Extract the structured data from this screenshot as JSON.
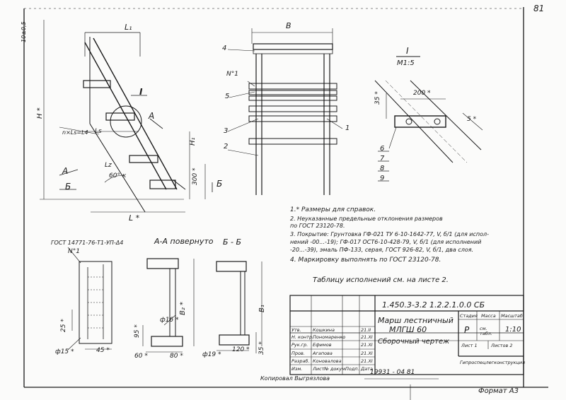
{
  "sheet": {
    "corner_number": "81",
    "format": "Формат А3",
    "copied_by": "Копировал Выгрязлова",
    "date_line": "19931 - 04   81"
  },
  "dims": {
    "top_left": "10±0,5",
    "l1": "L₁",
    "h_star": "H *",
    "nls": "n×Ls=L4",
    "ls": "Ls",
    "lz": "Lz",
    "angle": "60° к",
    "h1": "H₁",
    "d300": "300 *",
    "l_star": "L *",
    "b_width": "B",
    "b2": "B₂ *",
    "b1": "B₁",
    "d95": "95 *",
    "d16": "ф16 *",
    "d60": "60 *",
    "d80": "80 *",
    "d19": "ф19 *",
    "d120": "120 *",
    "d35b": "35 *",
    "d25": "25 *",
    "d15": "ф15 *",
    "d45": "45 *",
    "d200": "200 *",
    "d35": "35 *",
    "d5": "5 *"
  },
  "labels": {
    "section_I": "I",
    "A": "A",
    "B_cut": "Б",
    "n1": "N°1",
    "n1b": "N°1",
    "callouts": [
      "4",
      "5",
      "3",
      "2",
      "1"
    ],
    "detail_title": "I",
    "detail_scale": "М1:5",
    "detail_items": [
      "6",
      "7",
      "8",
      "9"
    ],
    "view_aa": "А-А  повернуто",
    "view_bb": "Б - Б",
    "gost_ref": "ГОСТ 14771-76-Т1-УП-Δ4"
  },
  "notes": [
    "1.* Размеры для справок.",
    "2. Неуказанные предельные отклонения размеров",
    "     по ГОСТ 23120-78.",
    "3. Покрытие: Грунтовка ГФ-021 ТУ 6-10-1642-77, V, б/1 (для испол-",
    "     нений -00...-19); ГФ-017 ОСТ6-10-428-79, V, б/1 (для исполнений",
    "     -20...-39), эмаль ПФ-133, серая, ГОСТ 926-82, V, б/1, два слоя.",
    "4. Маркировку  выполнять по ГОСТ 23120-78."
  ],
  "table_note": "Таблицу исполнений см. на листе 2.",
  "title_block": {
    "doc_number": "1.450.3-3.2  1.2.2.1.0.0 СБ",
    "name_line1": "Марш лестничный",
    "name_line2": "МЛГШ 60",
    "doc_type": "Сборочный чертеж",
    "stage_header": "Стадия",
    "mass_header": "Масса",
    "scale_header": "Масштаб",
    "stage": "Р",
    "mass": "см. табл.",
    "scale": "1:10",
    "sheet": "Лист 1",
    "sheets": "Листов 2",
    "org": "Гипроспецлегконструкция",
    "roles": [
      {
        "role": "Утв.",
        "name": "Кошкина",
        "date": "21.II"
      },
      {
        "role": "Н. контр.",
        "name": "Пономаренко",
        "date": "21.XI"
      },
      {
        "role": "Рук.гр.",
        "name": "Ефимов",
        "date": "21.XI"
      },
      {
        "role": "Пров.",
        "name": "Агапова",
        "date": "21.XI"
      },
      {
        "role": "Разраб.",
        "name": "Коновалова",
        "date": "21.XI"
      }
    ],
    "header_cells": [
      "Изм.",
      "Лист",
      "№ докум.",
      "Подп.",
      "Дата"
    ]
  }
}
